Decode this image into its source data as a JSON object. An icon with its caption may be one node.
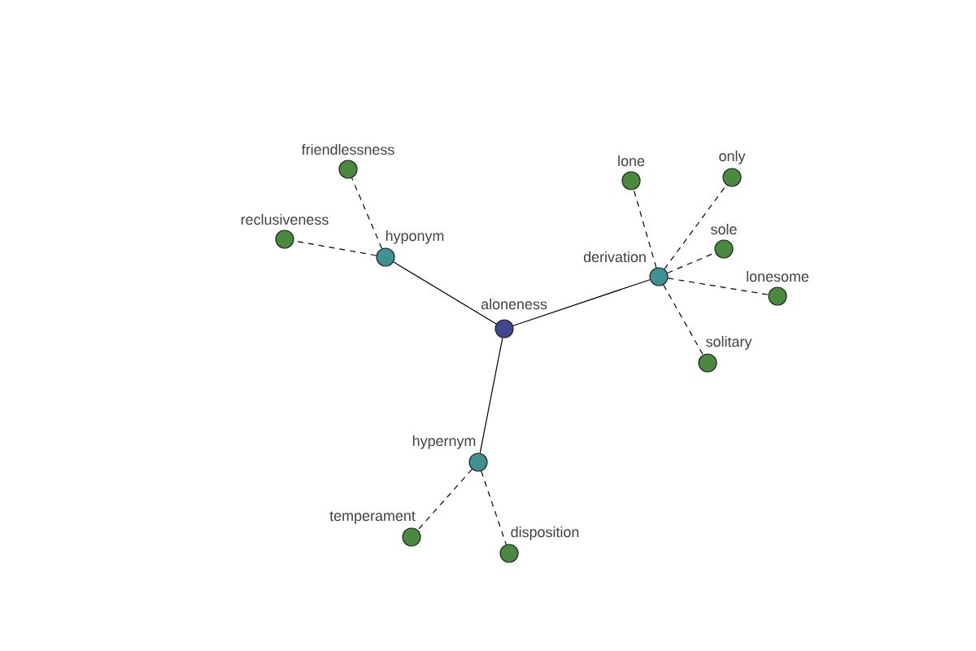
{
  "diagram": {
    "nodes": [
      {
        "text": [
          "aloneness"
        ]
      },
      {
        "text": [
          "hyponym"
        ]
      },
      {
        "text": [
          "friendlessness"
        ]
      },
      {
        "text": [
          "reclusiveness"
        ]
      },
      {
        "text": [
          "derivation"
        ]
      },
      {
        "text": [
          "lone"
        ]
      },
      {
        "text": [
          "only"
        ]
      },
      {
        "text": [
          "sole"
        ]
      },
      {
        "text": [
          "lonesome"
        ]
      },
      {
        "text": [
          "solitary"
        ]
      },
      {
        "text": [
          "hypernym"
        ]
      },
      {
        "text": [
          "temperament"
        ]
      },
      {
        "text": [
          "disposition"
        ]
      }
    ],
    "edges": [
      {
        "from": 0,
        "to": 1,
        "arrow": "none"
      },
      {
        "from": 0,
        "to": 4,
        "arrow": "none"
      },
      {
        "from": 0,
        "to": 10,
        "arrow": "none"
      },
      {
        "from": 1,
        "to": 2,
        "arrow": "none",
        "style": "dashed"
      },
      {
        "from": 1,
        "to": 3,
        "arrow": "none",
        "style": "dashed"
      },
      {
        "from": 4,
        "to": 5,
        "arrow": "none",
        "style": "dashed"
      },
      {
        "from": 4,
        "to": 6,
        "arrow": "none",
        "style": "dashed"
      },
      {
        "from": 4,
        "to": 7,
        "arrow": "none",
        "style": "dashed"
      },
      {
        "from": 4,
        "to": 8,
        "arrow": "none",
        "style": "dashed"
      },
      {
        "from": 4,
        "to": 9,
        "arrow": "none",
        "style": "dashed"
      },
      {
        "from": 10,
        "to": 11,
        "arrow": "none",
        "style": "dashed"
      },
      {
        "from": 10,
        "to": 12,
        "arrow": "none",
        "style": "dashed"
      }
    ]
  }
}
